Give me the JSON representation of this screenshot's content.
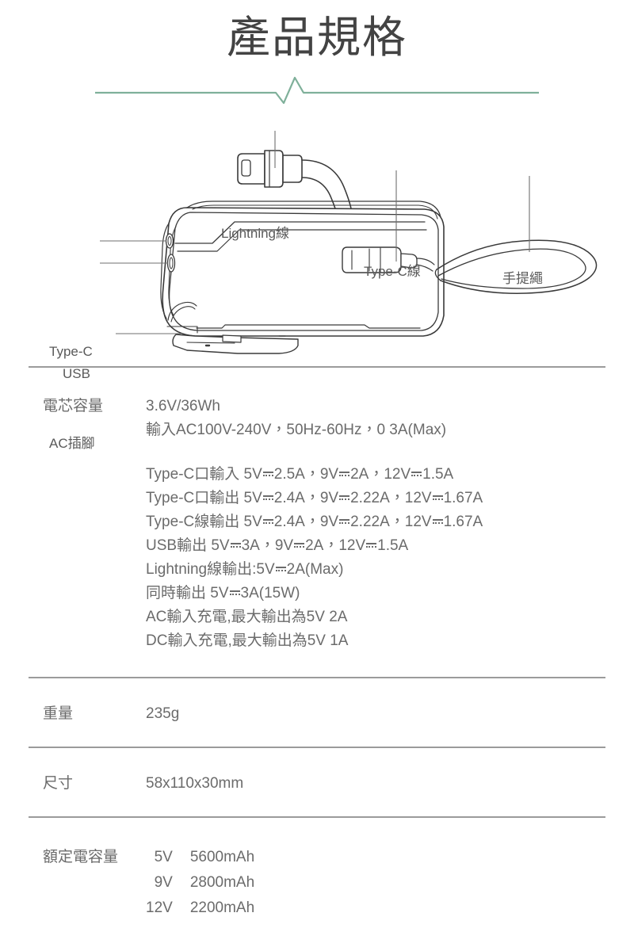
{
  "header": {
    "title": "產品規格",
    "divider_color": "#7fb09a"
  },
  "diagram": {
    "alt": "power-bank-line-drawing",
    "callouts": [
      {
        "id": "lightning-cable",
        "label": "Lightning線"
      },
      {
        "id": "typec-cable",
        "label": "Type-C線"
      },
      {
        "id": "hand-strap",
        "label": "手提繩"
      },
      {
        "id": "typec-port",
        "label": "Type-C"
      },
      {
        "id": "usb-port",
        "label": "USB"
      },
      {
        "id": "ac-prongs",
        "label": "AC插腳"
      }
    ]
  },
  "specs": {
    "battery": {
      "key": "電芯容量",
      "line1": "3.6V/36Wh",
      "line2": "輸入AC100V-240V，50Hz-60Hz，0 3A(Max)",
      "detail_lines": [
        {
          "prefix": "Type-C口輸入  5V",
          "seg": [
            "2.5A，9V",
            "2A，12V",
            "1.5A"
          ]
        },
        {
          "prefix": "Type-C口輸出  5V",
          "seg": [
            "2.4A，9V",
            "2.22A，12V",
            "1.67A"
          ]
        },
        {
          "prefix": "Type-C線輸出  5V",
          "seg": [
            "2.4A，9V",
            "2.22A，12V",
            "1.67A"
          ]
        },
        {
          "prefix": "USB輸出  5V",
          "seg": [
            "3A，9V",
            "2A，12V",
            "1.5A"
          ]
        },
        {
          "prefix": "Lightning線輸出:5V",
          "seg": [
            "2A(Max)"
          ]
        },
        {
          "prefix": "同時輸出  5V",
          "seg": [
            "3A(15W)"
          ]
        }
      ],
      "plain_lines": [
        "AC輸入充電,最大輸出為5V 2A",
        "DC輸入充電,最大輸出為5V 1A"
      ]
    },
    "weight": {
      "key": "重量",
      "value": "235g"
    },
    "dimensions": {
      "key": "尺寸",
      "value": "58x110x30mm"
    },
    "rated_capacity": {
      "key": "額定電容量",
      "rows": [
        {
          "voltage": "5V",
          "capacity": "5600mAh"
        },
        {
          "voltage": "9V",
          "capacity": "2800mAh"
        },
        {
          "voltage": "12V",
          "capacity": "2200mAh"
        }
      ]
    }
  }
}
